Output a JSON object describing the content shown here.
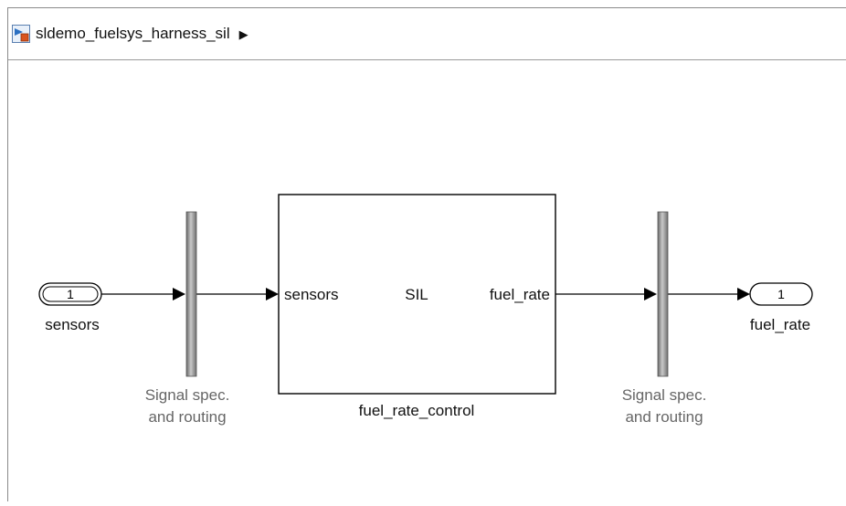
{
  "window": {
    "breadcrumb": {
      "model_name": "sldemo_fuelsys_harness_sil",
      "icon": "simulink-model-icon",
      "arrow": "▶"
    }
  },
  "diagram": {
    "inport": {
      "number": "1",
      "name": "sensors"
    },
    "bus_left": {
      "label_line1": "Signal spec.",
      "label_line2": "and routing"
    },
    "model_block": {
      "name": "fuel_rate_control",
      "input_port": "sensors",
      "mode": "SIL",
      "output_port": "fuel_rate"
    },
    "bus_right": {
      "label_line1": "Signal spec.",
      "label_line2": "and routing"
    },
    "outport": {
      "number": "1",
      "name": "fuel_rate"
    },
    "colors": {
      "line": "#000000",
      "annotation": "#666666",
      "bus_bar_dark": "#6a6a6a",
      "bus_bar_light": "#c8c8c8"
    }
  }
}
